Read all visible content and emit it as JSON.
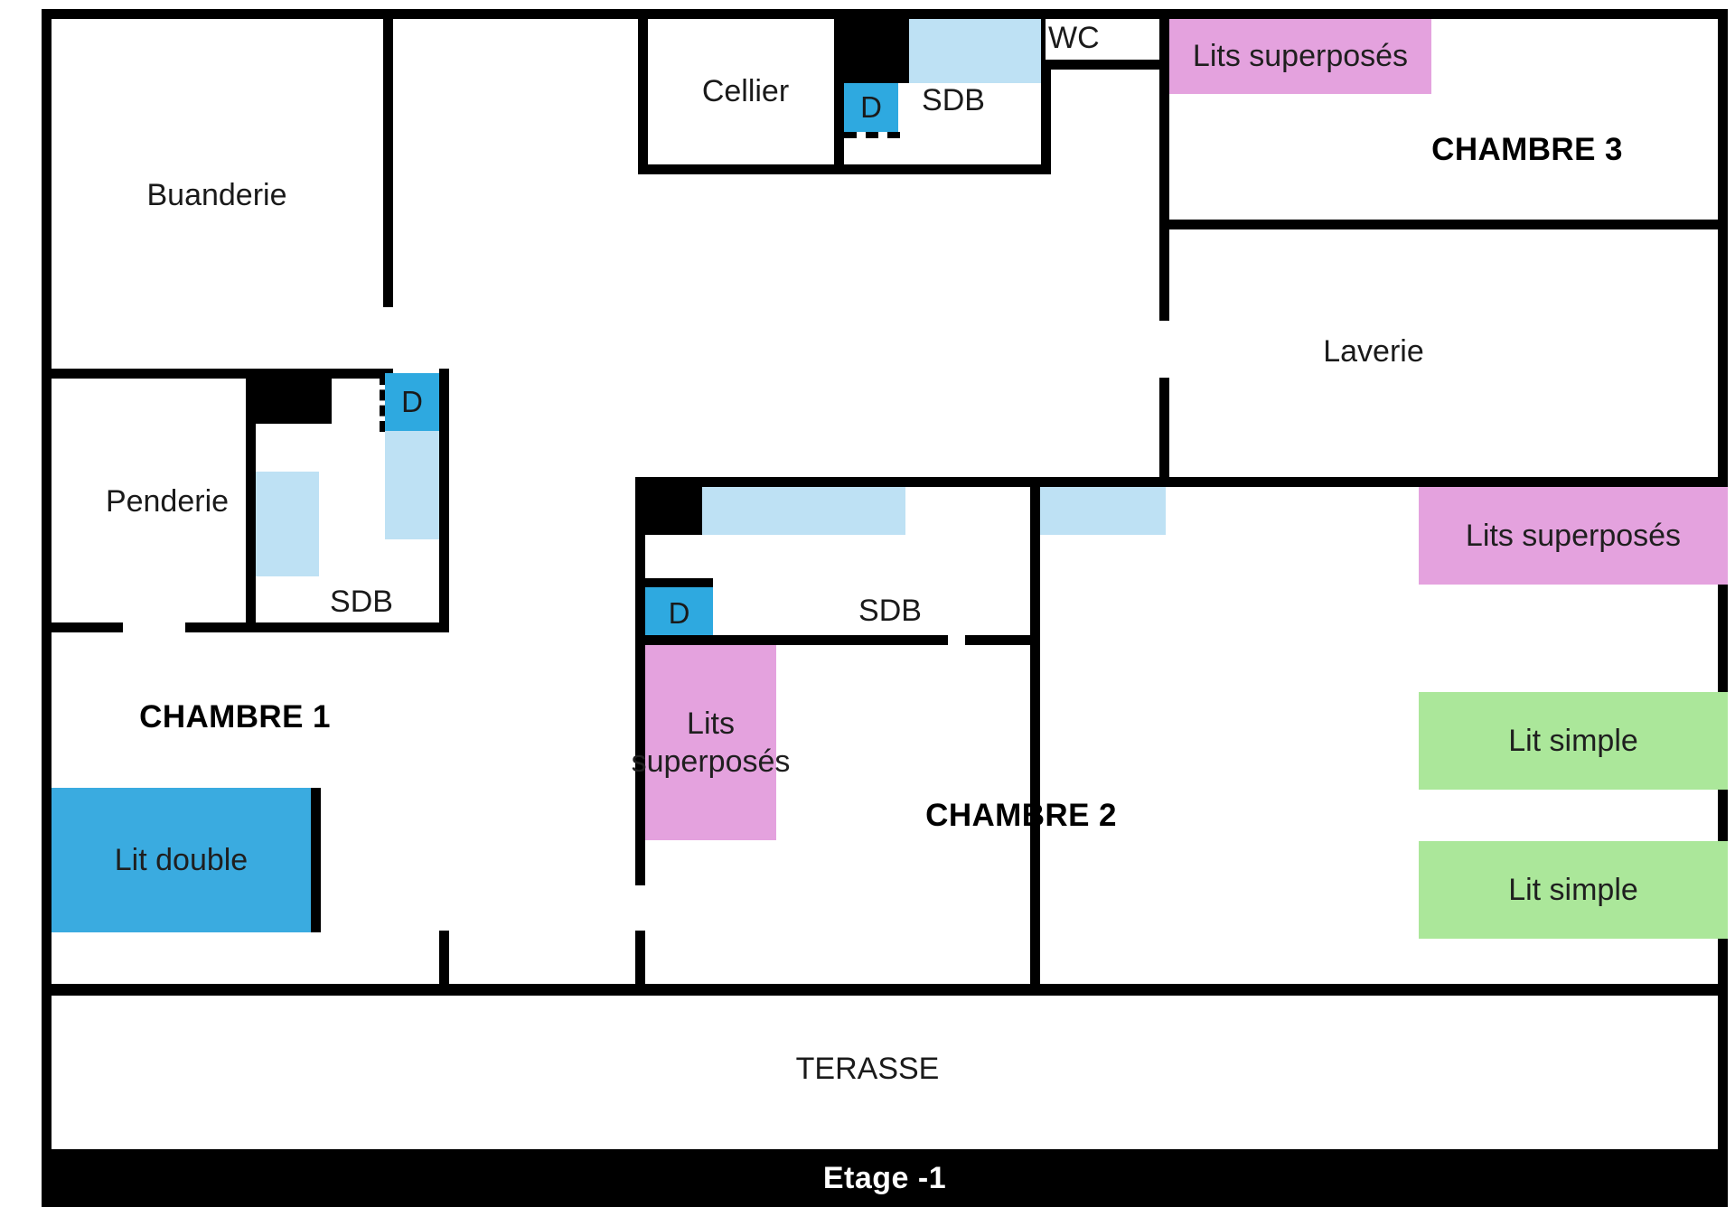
{
  "plan": {
    "floor_badge": "Etage -1",
    "terrace_label": "TERASSE"
  },
  "rooms": [
    {
      "key": "buanderie",
      "label": "Buanderie"
    },
    {
      "key": "cellier",
      "label": "Cellier"
    },
    {
      "key": "wc",
      "label": "WC"
    },
    {
      "key": "penderie",
      "label": "Penderie"
    },
    {
      "key": "laverie",
      "label": "Laverie"
    },
    {
      "key": "sdb_cellier",
      "label": "SDB"
    },
    {
      "key": "sdb_ch1",
      "label": "SDB"
    },
    {
      "key": "sdb_ch2",
      "label": "SDB"
    }
  ],
  "bedrooms": [
    {
      "key": "chambre1",
      "title": "CHAMBRE 1"
    },
    {
      "key": "chambre2",
      "title": "CHAMBRE 2"
    },
    {
      "key": "chambre3",
      "title": "CHAMBRE 3"
    }
  ],
  "furniture": [
    {
      "key": "bunk_ch3_top",
      "label": "Lits superposés",
      "color": "#e4a2de"
    },
    {
      "key": "bunk_ch3_lower",
      "label": "Lits superposés",
      "color": "#e4a2de"
    },
    {
      "key": "bunk_ch2",
      "label": "Lits superposés",
      "color": "#e4a2de"
    },
    {
      "key": "single_1",
      "label": "Lit simple",
      "color": "#abe79a"
    },
    {
      "key": "single_2",
      "label": "Lit simple",
      "color": "#abe79a"
    },
    {
      "key": "double_ch1",
      "label": "Lit double",
      "color": "#3aabe0"
    }
  ],
  "fixtures": [
    {
      "key": "shower_cellier",
      "label": "D"
    },
    {
      "key": "shower_ch1",
      "label": "D"
    },
    {
      "key": "shower_ch2",
      "label": "D"
    }
  ],
  "colors": {
    "wall": "#000000",
    "bunk_bed": "#e4a2de",
    "single_bed": "#abe79a",
    "double_bed": "#3aabe0",
    "shower": "#2ea9e0",
    "bath_tub": "#bee1f4",
    "background": "#ffffff"
  }
}
